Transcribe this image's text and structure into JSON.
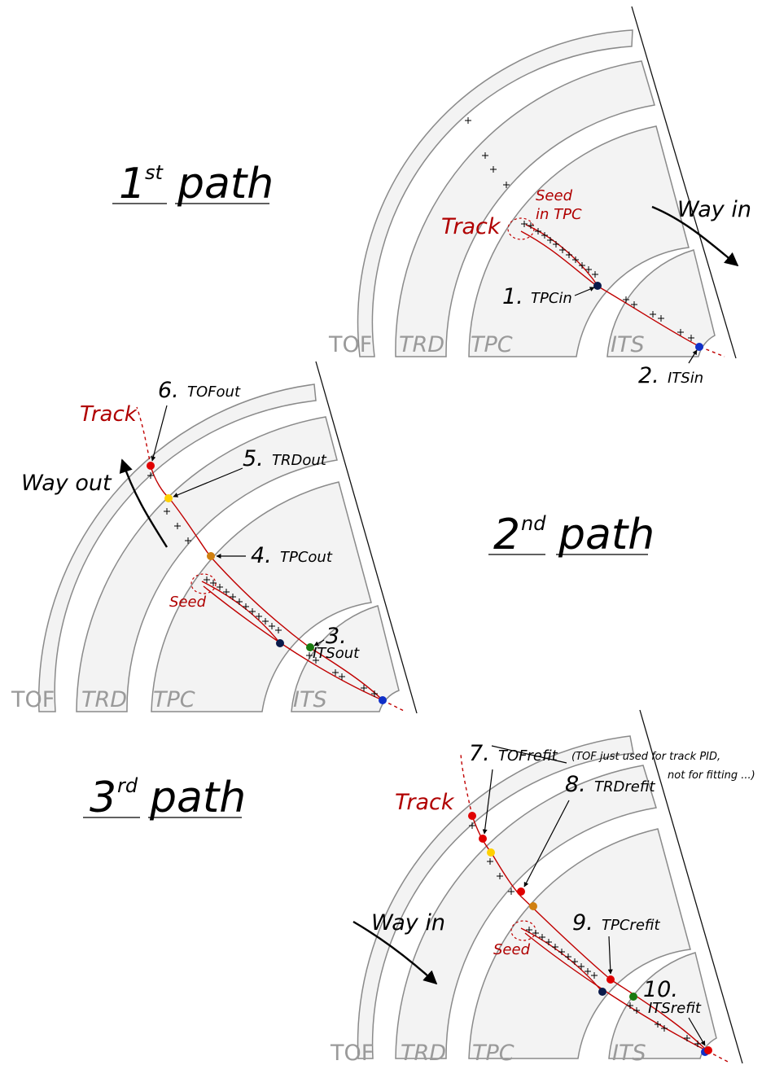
{
  "detectors": {
    "tof": "TOF",
    "trd": "TRD",
    "tpc": "TPC",
    "its": "ITS"
  },
  "labels": {
    "track": "Track",
    "seed": "Seed",
    "seed_in_tpc_1": "Seed",
    "seed_in_tpc_2": "in TPC"
  },
  "panel1": {
    "path_num": "1",
    "path_sup": "st",
    "path_word": "path",
    "way": "Way in",
    "step1_num": "1.",
    "step1_name": "TPCin",
    "step2_num": "2.",
    "step2_name": "ITSin"
  },
  "panel2": {
    "path_num": "2",
    "path_sup": "nd",
    "path_word": "path",
    "way": "Way out",
    "step3_num": "3.",
    "step3_name": "ITSout",
    "step4_num": "4.",
    "step4_name": "TPCout",
    "step5_num": "5.",
    "step5_name": "TRDout",
    "step6_num": "6.",
    "step6_name": "TOFout"
  },
  "panel3": {
    "path_num": "3",
    "path_sup": "rd",
    "path_word": "path",
    "way": "Way in",
    "step7_num": "7.",
    "step7_name": "TOFrefit",
    "step8_num": "8.",
    "step8_name": "TRDrefit",
    "step9_num": "9.",
    "step9_name": "TPCrefit",
    "step10_num": "10.",
    "step10_name": "ITSrefit",
    "note_line1": "(TOF just used for track PID,",
    "note_line2": "not for fitting ...)"
  },
  "colors": {
    "track": "#c00000",
    "det_fill": "#f3f3f3",
    "det_stroke": "#8a8a8a",
    "tpc_point": "#0a1a4a",
    "its_point": "#1030c8",
    "itsout_point": "#1a7a10",
    "tpcout_point": "#d08010",
    "trdout_point": "#ffd000",
    "tofout_point": "#e00000"
  }
}
